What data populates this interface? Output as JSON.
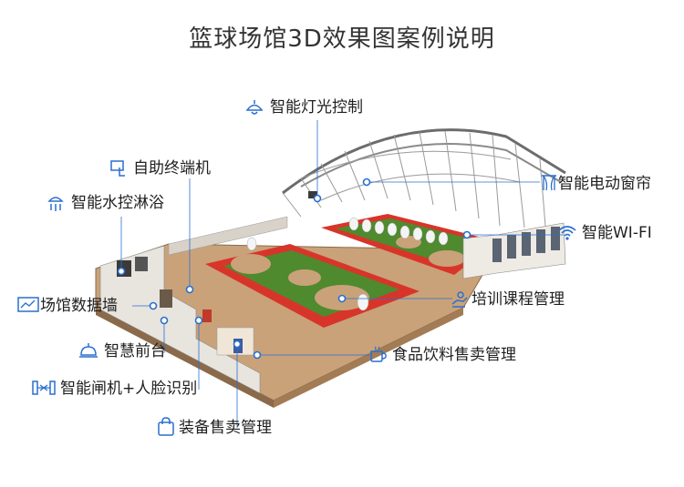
{
  "title": "篮球场馆3D效果图案例说明",
  "accent_color": "#2a6fd0",
  "labels": {
    "lighting": "智能灯光控制",
    "kiosk": "自助终端机",
    "shower": "智能水控淋浴",
    "curtain": "智能电动窗帘",
    "wifi": "智能WI-FI",
    "training": "培训课程管理",
    "datawall": "场馆数据墙",
    "frontdesk": "智慧前台",
    "food": "食品饮料售卖管理",
    "gate": "智能闸机+人脸识别",
    "equipment": "装备售卖管理"
  }
}
